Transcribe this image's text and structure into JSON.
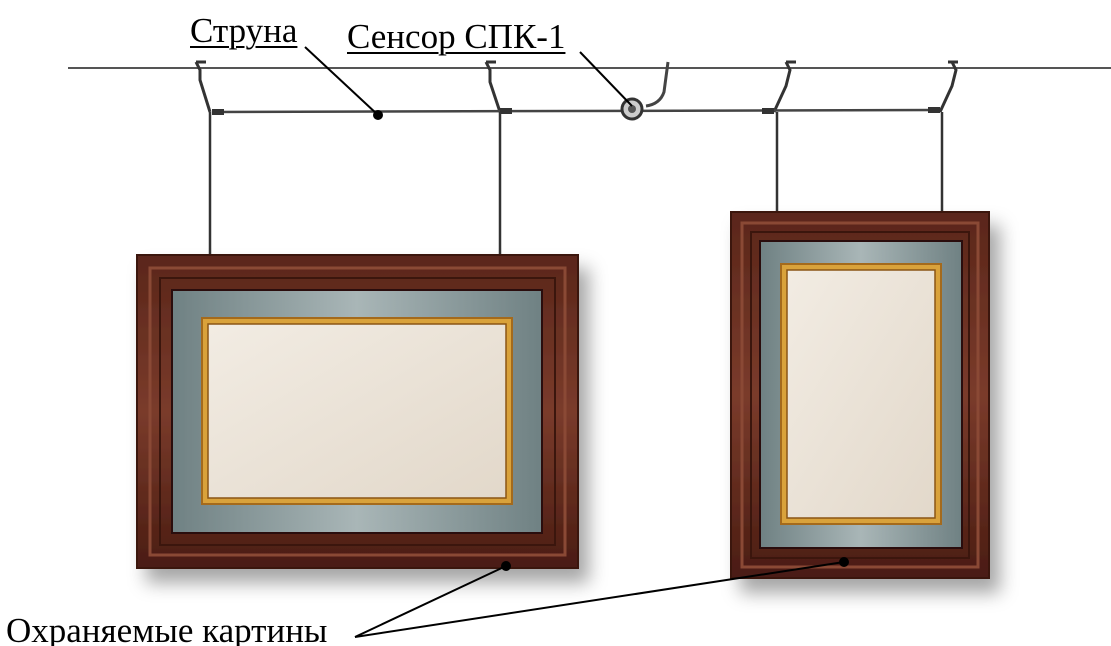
{
  "labels": {
    "string": "Струна",
    "sensor": "Сенсор СПК-1",
    "paintings": "Охраняемые картины"
  },
  "colors": {
    "frame_outer": "#4a1e14",
    "frame_mid": "#6e3325",
    "mat": "#7f9193",
    "gold": "#d9a23a",
    "canvas": "#ece4d8",
    "wire": "#333333"
  }
}
